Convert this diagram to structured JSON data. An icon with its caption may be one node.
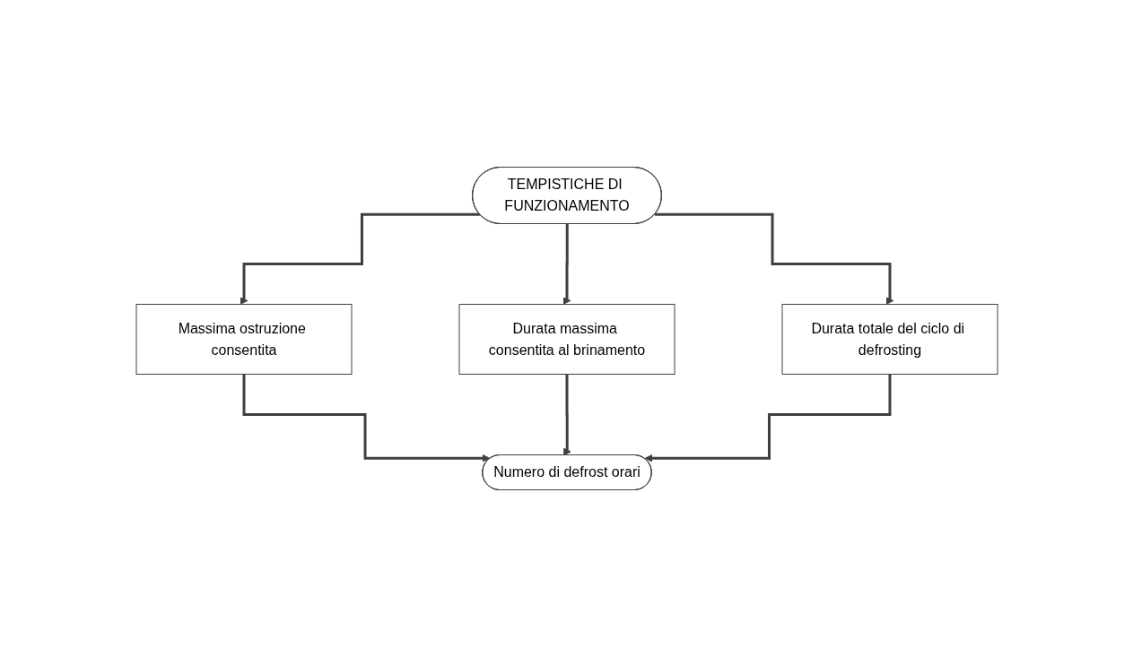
{
  "diagram": {
    "nodes": [
      {
        "text": [
          "TEMPISTICHE DI FUNZIONAMENTO"
        ]
      },
      {
        "text": [
          "Massima ostruzione consentita"
        ]
      },
      {
        "text": [
          "Durata massima consentita al brinamento"
        ]
      },
      {
        "text": [
          "Durata totale del ciclo di defrosting"
        ]
      },
      {
        "text": [
          "Numero di defrost orari"
        ]
      }
    ],
    "edges": [
      {
        "from": 0,
        "to": 1,
        "arrow": "to"
      },
      {
        "from": 0,
        "to": 2,
        "arrow": "to"
      },
      {
        "from": 0,
        "to": 3,
        "arrow": "to"
      },
      {
        "from": 1,
        "to": 4,
        "arrow": "to"
      },
      {
        "from": 2,
        "to": 4,
        "arrow": "to"
      },
      {
        "from": 3,
        "to": 4,
        "arrow": "to"
      }
    ]
  }
}
